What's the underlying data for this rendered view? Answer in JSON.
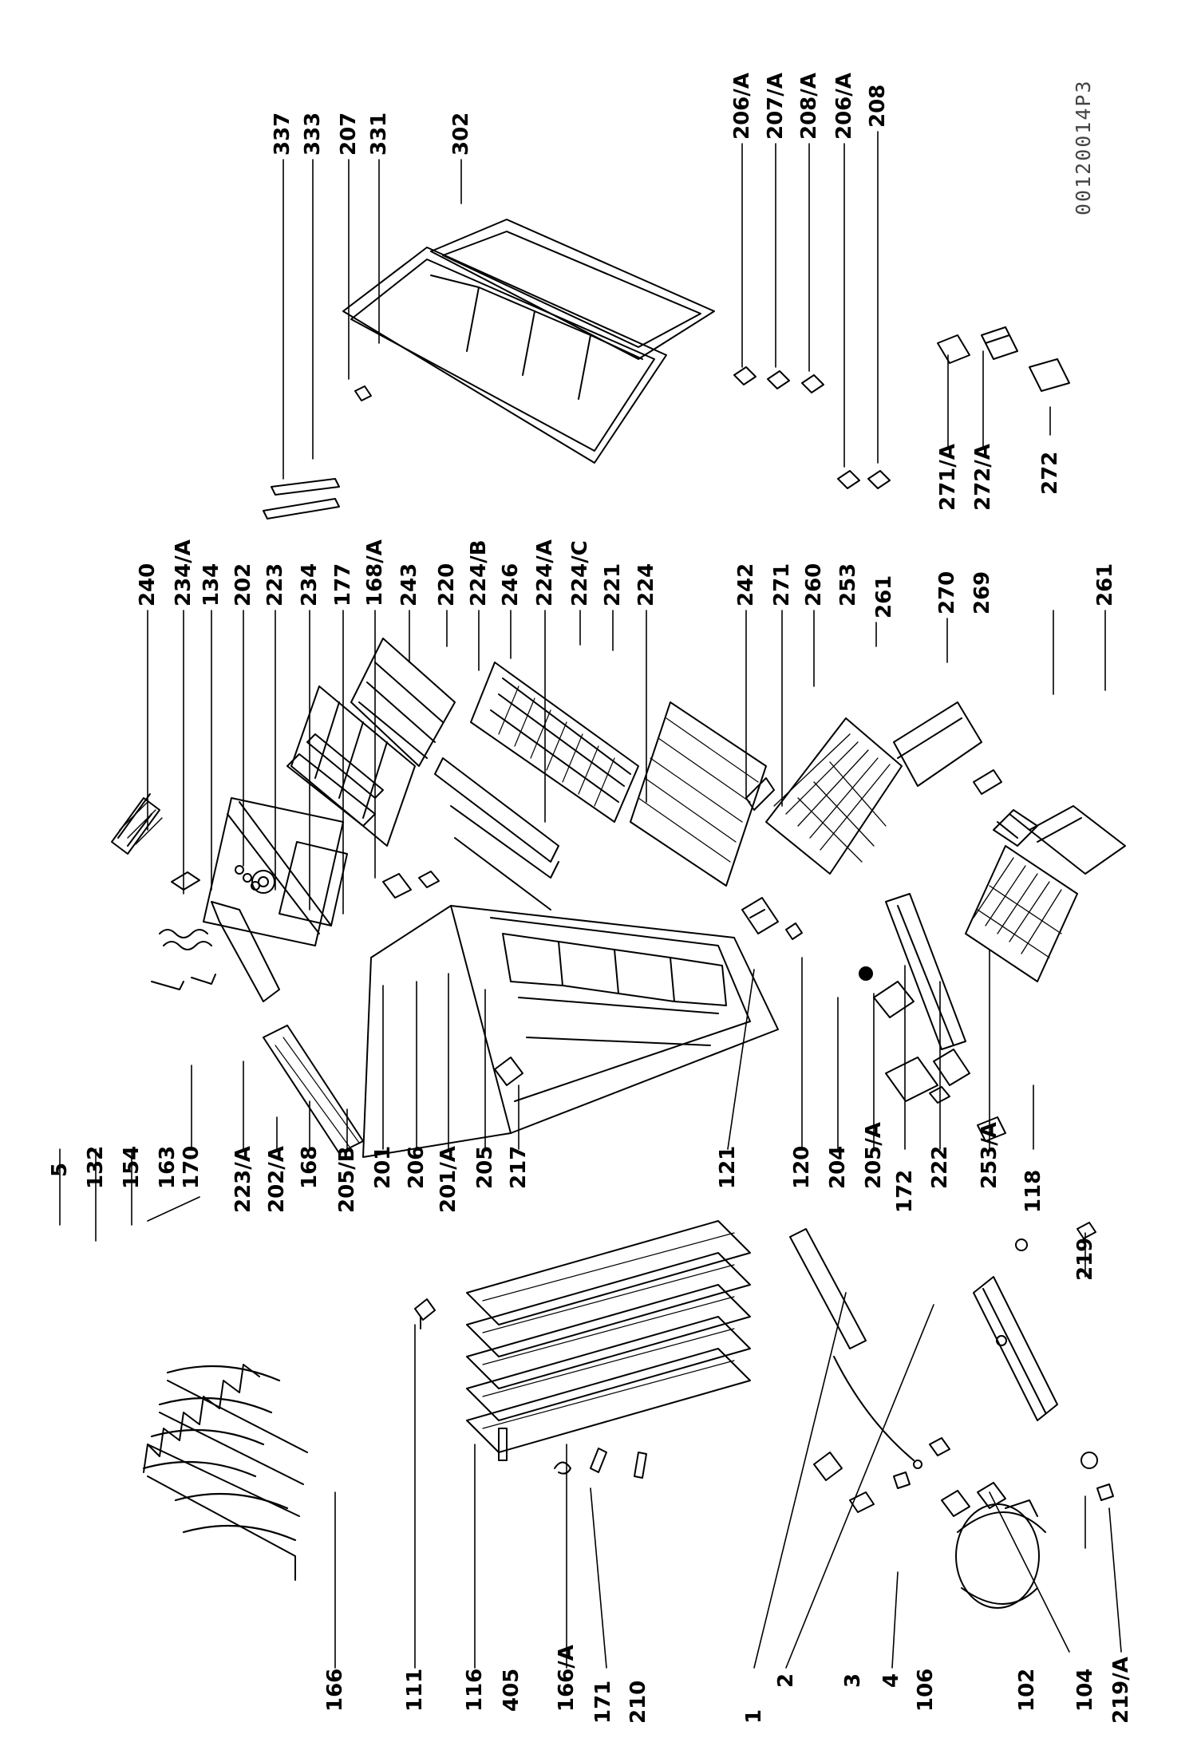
{
  "drawing_ref": "00120014P3",
  "labels": [
    "337",
    "333",
    "207",
    "331",
    "302",
    "206/A",
    "207/A",
    "208/A",
    "206/A",
    "208",
    "240",
    "234/A",
    "134",
    "202",
    "223",
    "234",
    "177",
    "168/A",
    "243",
    "220",
    "224/B",
    "246",
    "224/A",
    "224/C",
    "221",
    "224",
    "242",
    "271",
    "260",
    "253",
    "261",
    "270",
    "269",
    "261",
    "271/A",
    "272/A",
    "272",
    "5",
    "132",
    "154",
    "163",
    "170",
    "223/A",
    "202/A",
    "168",
    "205/B",
    "201",
    "206",
    "201/A",
    "205",
    "217",
    "121",
    "120",
    "204",
    "205/A",
    "172",
    "222",
    "253/A",
    "118",
    "166",
    "111",
    "116",
    "405",
    "166/A",
    "171",
    "210",
    "1",
    "2",
    "3",
    "4",
    "106",
    "102",
    "104",
    "219/A",
    "219"
  ]
}
